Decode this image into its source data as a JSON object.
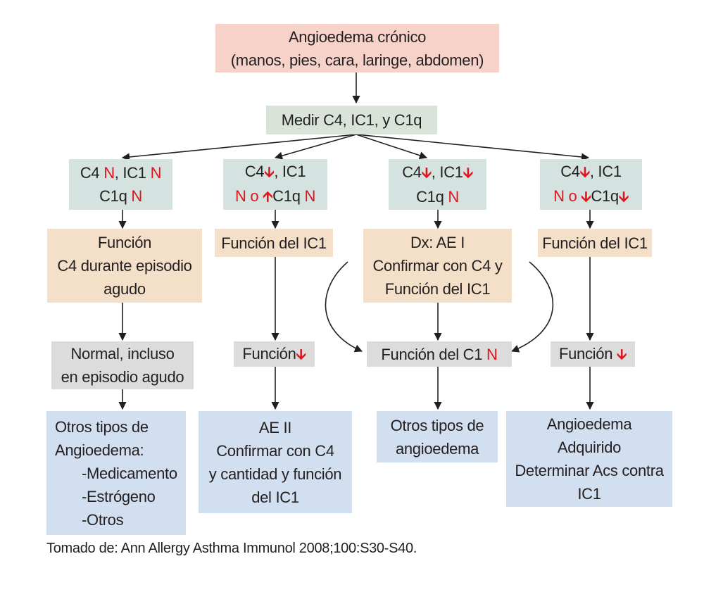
{
  "top": {
    "line1": "Angioedema crónico",
    "line2": "(manos, pies, cara, laringe, abdomen)"
  },
  "measure": {
    "label": "Medir C4, IC1, y C1q"
  },
  "branches": [
    {
      "result": {
        "a": "C4 ",
        "a_mark": "N",
        "b": ", IC1 ",
        "b_mark": "N",
        "c": "C1q ",
        "c_mark": "N"
      },
      "step2": [
        "Función",
        "C4 durante episodio",
        "agudo"
      ],
      "step3": [
        "Normal, incluso",
        "en episodio agudo"
      ],
      "outcome": [
        "Otros tipos de",
        "Angioedema:",
        "-Medicamento",
        "-Estrógeno",
        "-Otros"
      ]
    },
    {
      "result": {
        "a": "C4",
        "b": ", IC1",
        "c_pre": "N o",
        "c": "C1q",
        "c_mark": "N"
      },
      "step2": [
        "Función del IC1"
      ],
      "step3": [
        "Función"
      ],
      "outcome": [
        "AE II",
        "Confirmar con C4",
        "y cantidad y función",
        "del IC1"
      ]
    },
    {
      "result": {
        "a": "C4",
        "b": ", IC1",
        "c": "C1q ",
        "c_mark": "N"
      },
      "step2": [
        "Dx: AE I",
        "Confirmar con C4 y",
        "Función del IC1"
      ],
      "step3": [
        "Función del C1 ",
        "N"
      ],
      "outcome": [
        "Otros tipos de",
        "angioedema"
      ]
    },
    {
      "result": {
        "a": "C4",
        "b": ", IC1",
        "c_pre": "N o",
        "c": "C1q"
      },
      "step2": [
        "Función del IC1"
      ],
      "step3": [
        "Función"
      ],
      "outcome": [
        "Angioedema",
        "Adquirido",
        "Determinar Acs contra",
        "IC1"
      ]
    }
  ],
  "symbols": {
    "down": "🡫",
    "up": "🡩"
  },
  "caption": "Tomado de: Ann Allergy Asthma Immunol 2008;100:S30-S40.",
  "colors": {
    "top": "#f6d2c8",
    "measure": "#d9e3da",
    "result": "#d4e2e0",
    "step": "#f4dfc9",
    "function": "#dddcdd",
    "outcome": "#d2dff0",
    "accent_red": "#e1141c",
    "line": "#231f20"
  }
}
